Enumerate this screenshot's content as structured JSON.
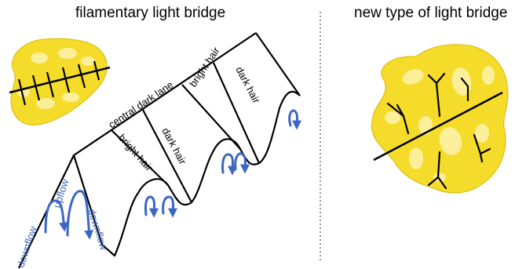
{
  "headings": {
    "left": "filamentary light bridge",
    "right": "new type of light bridge"
  },
  "labels": {
    "central_dark_lane": "central dark lane",
    "bright_hair": "bright hair",
    "dark_hair": "dark hair",
    "upflow": "upflow",
    "downflow": "downflow"
  },
  "colors": {
    "umbra_yellow": "#f5dc2a",
    "granule_light": "#fbef99",
    "flow_arrow": "#3d66c4",
    "divider": "#555555"
  }
}
